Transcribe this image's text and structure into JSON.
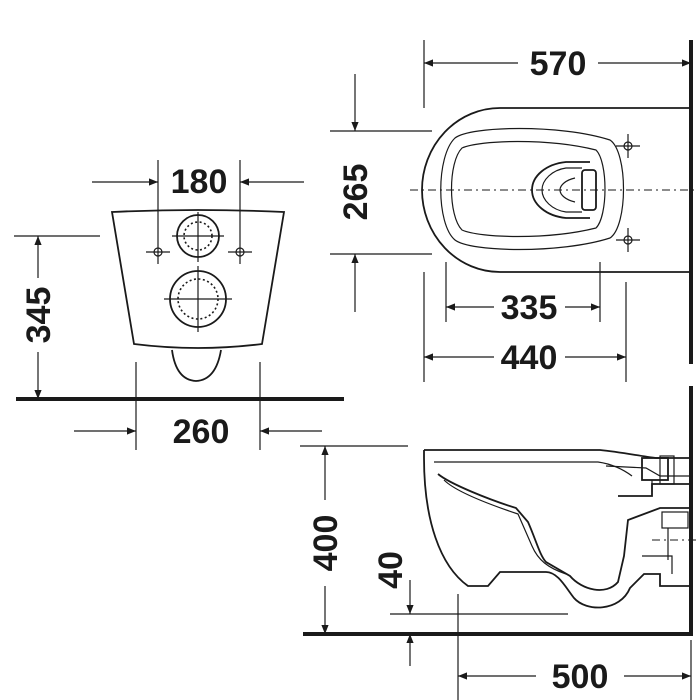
{
  "dimensions": {
    "front_hole_spacing": "180",
    "front_height": "345",
    "front_width": "260",
    "plan_length": "570",
    "plan_fixing_offset": "265",
    "plan_inner_length": "335",
    "plan_outer_length": "440",
    "side_height": "400",
    "side_outlet_height": "40",
    "side_projection": "500"
  },
  "colors": {
    "line": "#1a1a1a",
    "background": "#ffffff"
  }
}
